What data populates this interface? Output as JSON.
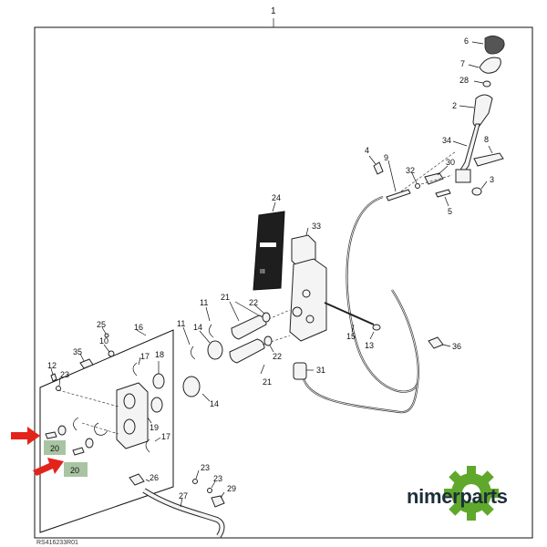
{
  "callouts": {
    "c1": "1",
    "c2": "2",
    "c3": "3",
    "c4": "4",
    "c5": "5",
    "c6": "6",
    "c7": "7",
    "c8": "8",
    "c9": "9",
    "c10": "10",
    "c11a": "11",
    "c11b": "11",
    "c12": "12",
    "c13": "13",
    "c14a": "14",
    "c14b": "14",
    "c15": "15",
    "c16": "16",
    "c17a": "17",
    "c17b": "17",
    "c18": "18",
    "c19": "19",
    "c20a": "20",
    "c20b": "20",
    "c21a": "21",
    "c21b": "21",
    "c22a": "22",
    "c22b": "22",
    "c23a": "23",
    "c23b": "23",
    "c23c": "23",
    "c24": "24",
    "c25": "25",
    "c26": "26",
    "c27": "27",
    "c28": "28",
    "c29": "29",
    "c30": "30",
    "c31": "31",
    "c32": "32",
    "c33": "33",
    "c34": "34",
    "c35": "35",
    "c36": "36"
  },
  "decal_text": "III",
  "brand": {
    "name": "nimerparts"
  },
  "footer_code": "RS416233R01",
  "colors": {
    "arrow": "#e3241b",
    "highlight": "#a9c4a2",
    "gear_green": "#5fa82b",
    "brand_text": "#1c2f3a"
  }
}
